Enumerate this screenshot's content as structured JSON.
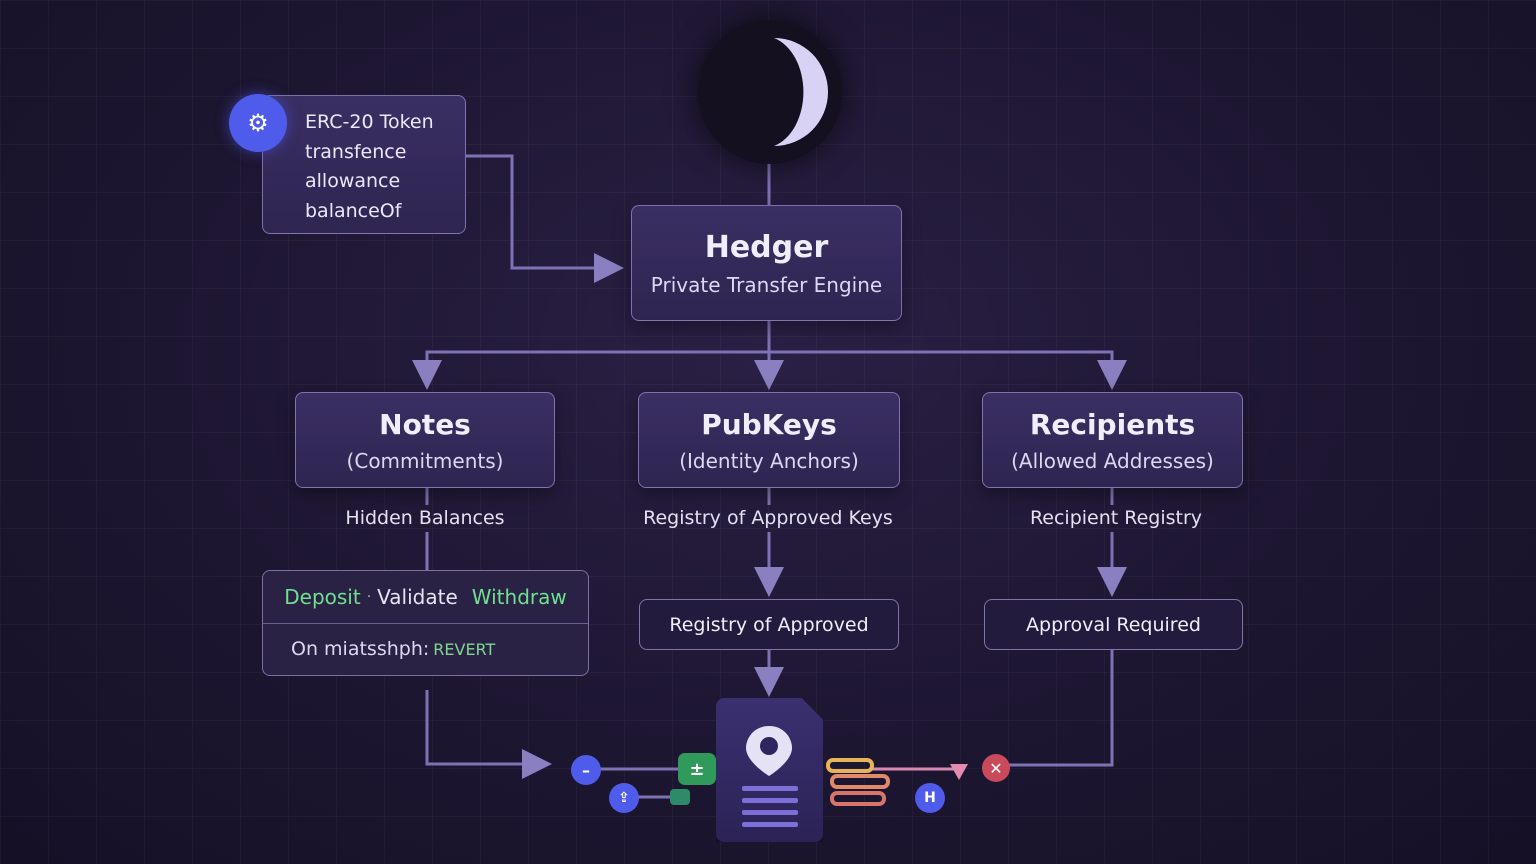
{
  "token": {
    "lines": [
      "ERC-20 Token",
      "transfence",
      "allowance",
      "balanceOf"
    ]
  },
  "hedger": {
    "title": "Hedger",
    "subtitle": "Private Transfer Engine"
  },
  "notes": {
    "title": "Notes",
    "subtitle": "(Commitments)",
    "caption": "Hidden Balances"
  },
  "pubkeys": {
    "title": "PubKeys",
    "subtitle": "(Identity Anchors)",
    "caption": "Registry of Approved Keys",
    "pill": "Registry of Approved"
  },
  "recipients": {
    "title": "Recipients",
    "subtitle": "(Allowed Addresses)",
    "caption": "Recipient Registry",
    "pill": "Approval Required"
  },
  "flow": {
    "deposit": "Deposit",
    "sep": "·",
    "validate": "Validate",
    "withdraw": "Withdraw",
    "mismatch": "On miatsshph:",
    "revert": "REVERT"
  },
  "colors": {
    "accent": "#4f5bea",
    "green": "#6fe08f",
    "wire": "#8a7fc0",
    "moon": "#d8d2f5"
  }
}
